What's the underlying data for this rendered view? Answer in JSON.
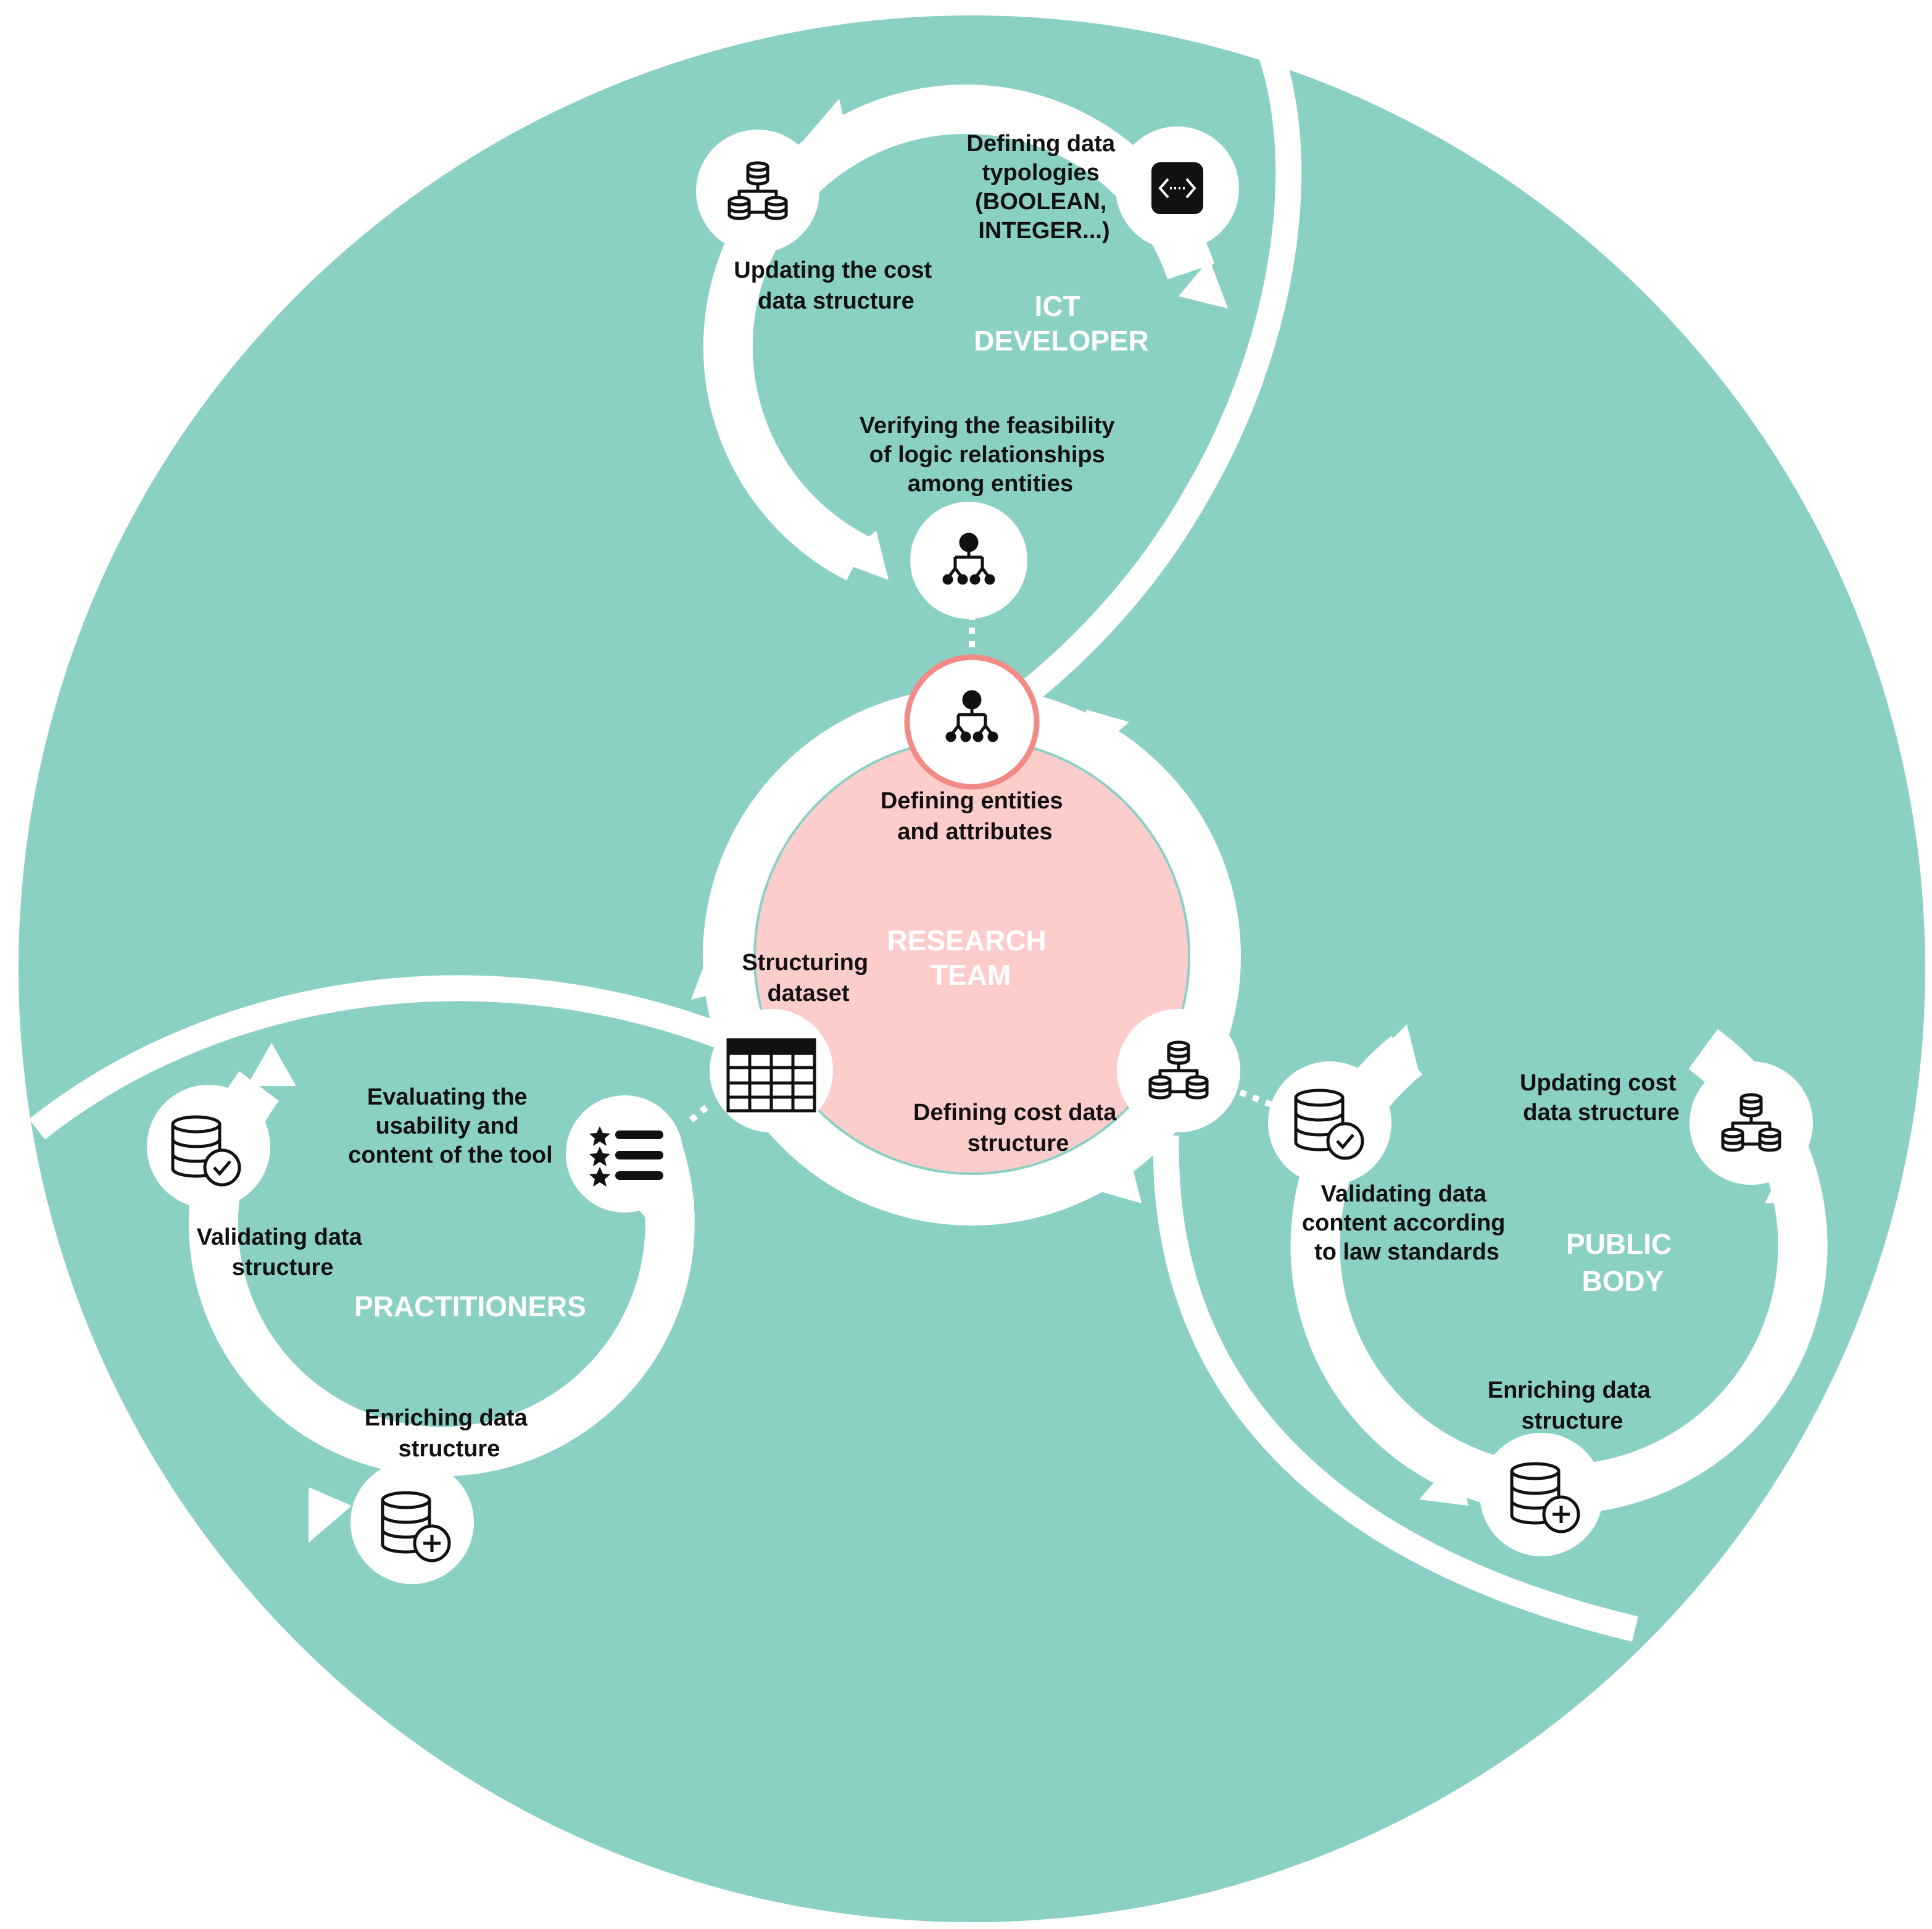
{
  "colors": {
    "background": "#ffffff",
    "teal": "#8bd0c5",
    "ring": "#ffffff",
    "research_fill": "#fdcdcb",
    "research_accent": "#f28a86",
    "icon": "#111111"
  },
  "research_team": {
    "title_line1": "RESEARCH",
    "title_line2": "TEAM",
    "defining_entities_line1": "Defining entities",
    "defining_entities_line2": "and attributes",
    "structuring_line1": "Structuring",
    "structuring_line2": "dataset",
    "cost_line1": "Defining cost data",
    "cost_line2": "structure"
  },
  "ict_developer": {
    "title_line1": "ICT",
    "title_line2": "DEVELOPER",
    "typologies_line1": "Defining data",
    "typologies_line2": "typologies",
    "typologies_line3": "(BOOLEAN,",
    "typologies_line4": "INTEGER...)",
    "updating_line1": "Updating the cost",
    "updating_line2": "data structure",
    "verifying_line1": "Verifying the feasibility",
    "verifying_line2": "of logic relationships",
    "verifying_line3": "among entities"
  },
  "practitioners": {
    "title": "PRACTITIONERS",
    "evaluating_line1": "Evaluating the",
    "evaluating_line2": "usability and",
    "evaluating_line3": "content of the tool",
    "validating_line1": "Validating data",
    "validating_line2": "structure",
    "enriching_line1": "Enriching data",
    "enriching_line2": "structure"
  },
  "public_body": {
    "title_line1": "PUBLIC",
    "title_line2": "BODY",
    "updating_line1": "Updating cost",
    "updating_line2": "data structure",
    "validating_line1": "Validating data",
    "validating_line2": "content according",
    "validating_line3": "to law standards",
    "enriching_line1": "Enriching data",
    "enriching_line2": "structure"
  },
  "icons": [
    "hierarchy-icon",
    "database-network-icon",
    "code-icon",
    "table-icon",
    "rating-list-icon",
    "database-check-icon",
    "database-add-icon"
  ]
}
